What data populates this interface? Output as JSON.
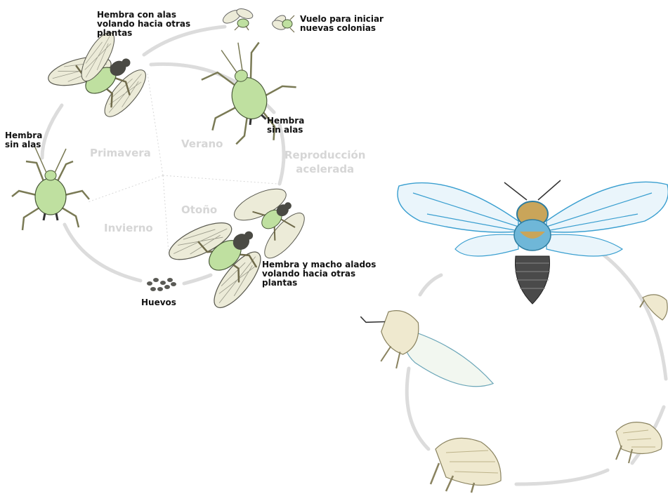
{
  "aphid_cycle": {
    "seasons": {
      "primavera": "Primavera",
      "verano": "Verano",
      "otono": "Otoño",
      "invierno": "Invierno",
      "reproduccion": "Reproducción\nacelerada"
    },
    "labels": {
      "hembra_alas_volando": "Hembra con alas\nvolando hacia otras\nplantas",
      "vuelo_colonias": "Vuelo para iniciar\nnuevas colonias",
      "hembra_sin_alas_left": "Hembra\nsin alas",
      "hembra_sin_alas_right": "Hembra\nsin alas",
      "hembra_macho_alados": "Hembra y macho alados\nvolando hacia otras\nplantas",
      "huevos": "Huevos"
    }
  },
  "colors": {
    "aphid_body": "#bfe0a0",
    "wing": "#ecebd8",
    "cycle_line": "#dcdcdc",
    "season_text": "#d6d6d6",
    "cicada_wing_vein": "#3a9fd0",
    "cicada_abdomen": "#4a4a4a",
    "nymph_shell": "#efe9cf"
  }
}
